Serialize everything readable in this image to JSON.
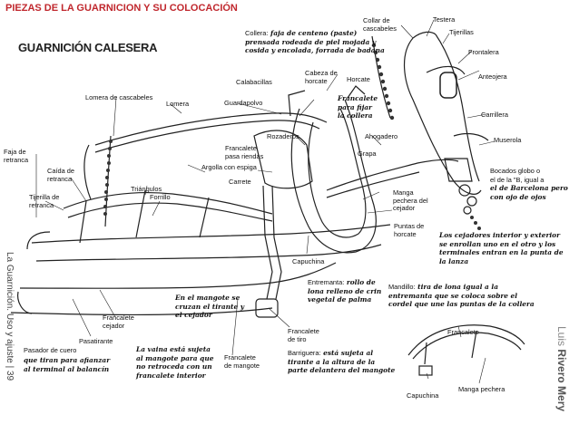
{
  "header": {
    "title": "PIEZAS DE LA GUARNICION Y SU COLOCACIÓN",
    "subtitle": "GUARNICIÓN CALESERA"
  },
  "labels": {
    "collar_cascabeles": "Collar de\ncascabeles",
    "testera": "Testera",
    "tijerillas": "Tijerillas",
    "frontalera": "Frontalera",
    "anteojera": "Anteojera",
    "carrillera": "Carrillera",
    "muserola": "Muserola",
    "calabacillas": "Calabacillas",
    "cabeza_horcate": "Cabeza de\nhorcate",
    "horcate": "Horcate",
    "guardapolvo": "Guardapolvo",
    "lomera_cascabeles": "Lomera de cascabeles",
    "lomera": "Lomera",
    "rozaderos": "Rozaderos",
    "ahogadero": "Ahogadero",
    "faja_retranca": "Faja de\nretranca",
    "francalete_pasa_riendas": "Francalete\npasa riendas",
    "argolla_espiga": "Argolla con espiga",
    "grapa": "Grapa",
    "caida_retranca": "Caída de\nretranca",
    "triangulos": "Triángulos",
    "carrete": "Carrete",
    "forrillo": "Forrillo",
    "tijerilla_retranca": "Tijerilla de\nretranca",
    "manga_pechera_cejador": "Manga\npechera del\ncejador",
    "puntas_horcate": "Puntas de\nhorcate",
    "capuchina": "Capuchina",
    "francalete_cejador": "Francalete\ncejador",
    "pasatirante": "Pasatirante",
    "pasador_cuero": "Pasador de cuero",
    "francalete_mangote": "Francalete\nde mangote",
    "francalete_tiro": "Francalete\nde tiro",
    "francalete_small": "Francalete",
    "capuchina_small": "Capuchina",
    "manga_pechera_small": "Manga pechera"
  },
  "notes": {
    "collera_prefix": "Collera:",
    "collera": " faja de centeno (paste)\nprensada rodeada de piel mojada y\ncosida y encolada, forrada de badana",
    "francalete_fijar": "Francalete\npara fijar\nla collera",
    "bocados_prefix": "Bocados globo o\nel de la \"B, igual a\n",
    "bocados": "el de Barcelona pero\ncon ojo de ojos",
    "cejadores": "Los cejadores interior y exterior\nse enrollan uno en el otro y los\nterminales entran en la punta de\nla lanza",
    "entremanta_prefix": "Entremanta:",
    "entremanta": " rollo de\nlona relleno de crin\nvegetal de palma",
    "mandilillo_prefix": "Mandillo:",
    "mandilillo": " tira de lona igual a la\nentremanta que se coloca sobre el\ncordel que une las puntas de la collera",
    "mangote": "En el mangote se\ncruzan el tirante y\nel cejador",
    "pasador": "que tiran para afianzar\nal terminal al balancín",
    "vaina": "La vaina está sujeta\nal mangote para que\nno retroceda con un\nfrancalete interior",
    "barriguera_prefix": "Barriguera:",
    "barriguera": " está sujeta al\ntirante a la altura de la\nparte delantera del mangote"
  },
  "side": {
    "left": "La Guarnición. Uso y ajuste",
    "left_page": "39",
    "right_first": "Luis ",
    "right_last": "Rivero Mery"
  },
  "colors": {
    "title": "#c0272d",
    "ink": "#111111"
  }
}
